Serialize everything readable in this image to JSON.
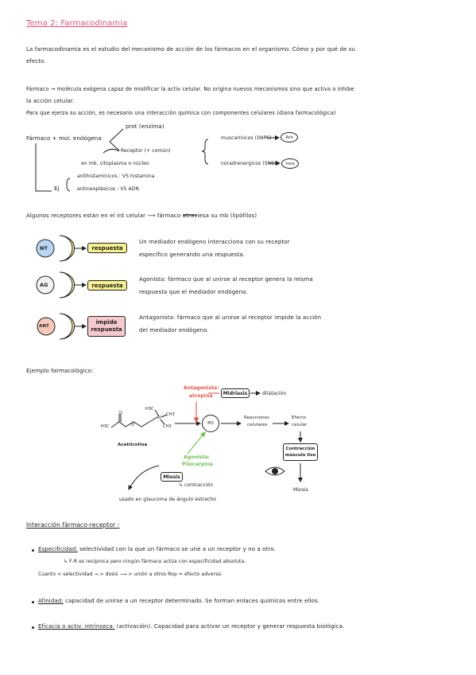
{
  "title": "Tema 2: Farmacodinamia",
  "intro": {
    "line1": "La farmacodinamia es el estudio del mecanismo de acción de los fármacos en el organismo. Cómo y por qué de su",
    "line2": "efecto."
  },
  "farmaco_def": {
    "line1": "Fármaco → molécula exógena capaz de modificar la activ celular. No origina nuevos mecanismos sino que activa o inhibe",
    "line2": "la acción celular.",
    "line3": "Para que ejerza su acción, es necesario una interacción química con componentes celulares (diana farmacológica)"
  },
  "scheme": {
    "root": "Fármaco + mol. endógena",
    "prot": "prot (enzima)",
    "receptor": "Receptor (+ común)",
    "location": "en mb, citoplasma o núcleo",
    "muscarinicos": "muscarínicos (SNPS)",
    "ach": "Ach",
    "noradrenergicos": "noradrenergicos (SNS)",
    "nora": "nora",
    "ej_label": "Ej",
    "antihistaminicos": "antihistamínicos : VS histamina",
    "antineoplasicos": "antineoplásicos : VS ADN"
  },
  "receptors_intro": "Algunos receptores están en el int celular ⟶ fármaco atraviesa su mb (lipófilos)",
  "receptor_examples": [
    {
      "label": "NT",
      "box": "respuesta",
      "desc1": "Un mediador endógeno interacciona con su receptor",
      "desc2": "específico generando una respuesta.",
      "color": "#b8d7f5"
    },
    {
      "label": "AG",
      "box": "respuesta",
      "desc1": "Agonista: fármaco que al unirse al receptor genera la misma",
      "desc2": "respuesta que el mediador endógeno.",
      "color": "#f2f2f2"
    },
    {
      "label": "ANT",
      "box1": "impide",
      "box2": "respuesta",
      "desc1": "Antagonista: fármaco que al unirse al receptor impide la acción",
      "desc2": "del mediador endógeno.",
      "color": "#f6c9b8"
    }
  ],
  "colors": {
    "title": "#e0507a",
    "yellow": "#f6f08f",
    "pink": "#f6c9cc",
    "antagonist": "#e6533c",
    "agonist": "#6cc24a"
  },
  "example": {
    "heading": "Ejemplo farmacológico:",
    "antagonist1": "Antagonista:",
    "antagonist2": "atropina",
    "midriasis": "Midriasis",
    "dilatacion": "dilatación",
    "h3c_top": "H3C",
    "ch3_right": "CH3",
    "n_plus": "N",
    "ch3_bottom": "CH3",
    "h3c_left": "H3C",
    "o_top": "O",
    "o_mid": "O",
    "acetilcolina": "Acetilcolina",
    "m3": "M3",
    "reacciones1": "Reacciones",
    "reacciones2": "celulares",
    "efecto1": "Efecto",
    "efecto2": "celular",
    "contraccion1": "Contracción",
    "contraccion2": "músculo liso",
    "agonist1": "Agonista:",
    "agonist2": "Pilocarpina",
    "miosis_box": "Miosis",
    "contraccion_note": "↳ contracción",
    "miosis_right": "Miosis",
    "glaucoma": "usado en glaucoma de ángulo estrecho",
    "eye_icon": "eye-icon"
  },
  "interaction": {
    "heading": "Interacción fármaco-receptor :",
    "especificidad_label": "Especificidad:",
    "especificidad_text": " selectividad con la que un fármaco se une a un receptor y no a otro.",
    "fr_line": "↳ F-R es recíproca pero ningún fármaco actúa con especificidad absoluta.",
    "cuanto_line": "Cuanto < selectividad → > dosis ⟶ > unión a otros Rop = efecto adverso.",
    "afinidad_label": "Afinidad:",
    "afinidad_text": " capacidad de unirse a un receptor determinado. Se forman enlaces químicos entre ellos.",
    "eficacia_label": "Eficacia o activ. intrínseca:",
    "eficacia_text": " (activación). Capacidad para activar un receptor y generar respuesta biológica."
  }
}
